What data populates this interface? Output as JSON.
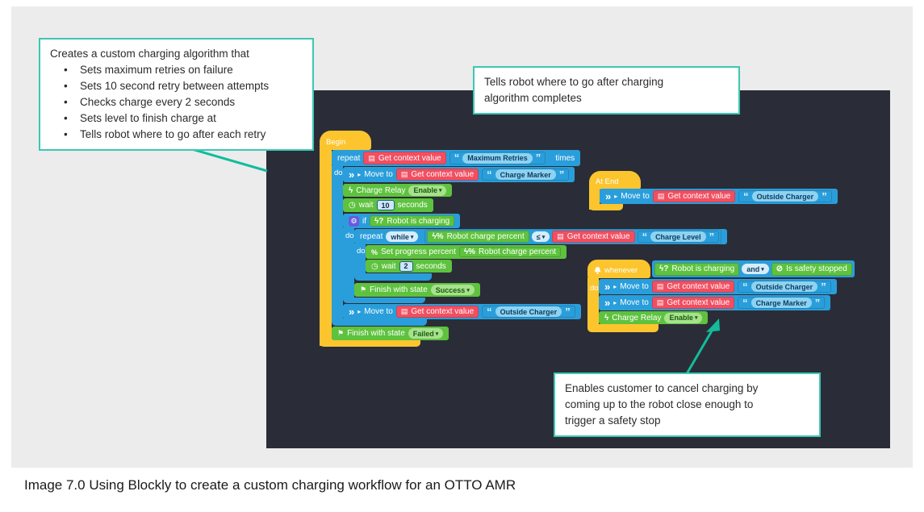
{
  "caption": "Image 7.0 Using Blockly to create a custom charging workflow for an OTTO AMR",
  "callouts": {
    "algorithm": {
      "title": "Creates a custom charging algorithm that",
      "bullets": [
        "Sets maximum retries on failure",
        "Sets 10 second retry between attempts",
        "Checks charge every 2 seconds",
        "Sets level to finish charge at",
        "Tells robot where to go after each retry"
      ]
    },
    "after_charging": "Tells robot where to go after charging\nalgorithm completes",
    "safety_stop": "Enables customer to cancel charging by\ncoming up to the robot close enough to\ntrigger a safety stop"
  },
  "colors": {
    "workspace_bg": "#2a2d37",
    "slide_bg": "#ececec",
    "block_blue": "#2a9edb",
    "block_green": "#5ec23e",
    "block_red": "#f14f61",
    "block_yellow": "#fcc52e",
    "callout_teal": "#3cc7b4",
    "connector_teal": "#12bc9c"
  },
  "icons": {
    "dropdown_arrow": "▾",
    "quote_open": "“",
    "quote_close": "”",
    "document": "▤",
    "fast_forward": "»",
    "play": "▸",
    "lightning": "ϟ",
    "lightning_question": "ϟ?",
    "lightning_percent": "ϟ%",
    "clock": "◷",
    "gear": "⚙",
    "flag": "⚑",
    "percent": "%",
    "no_entry": "⊘"
  },
  "blocks": {
    "labels": {
      "begin": "Begin",
      "at_end": "At End",
      "whenever": "whenever",
      "repeat": "repeat",
      "do": "do",
      "times": "times",
      "if": "if",
      "wait": "wait",
      "seconds": "seconds",
      "move_to": "Move to",
      "get_context_value": "Get context value",
      "charge_relay": "Charge Relay",
      "finish_with_state": "Finish with state",
      "robot_is_charging": "Robot is charging",
      "robot_charge_percent": "Robot charge percent",
      "set_progress_percent": "Set progress percent",
      "is_safety_stopped": "Is safety stopped"
    },
    "dropdowns": {
      "enable": "Enable",
      "while": "while",
      "lte": "≤",
      "and": "and",
      "success": "Success",
      "failed": "Failed"
    },
    "values": {
      "maximum_retries": "Maximum Retries",
      "charge_marker": "Charge Marker",
      "charge_level": "Charge Level",
      "outside_charger": "Outside Charger",
      "wait_retry_seconds": "10",
      "wait_check_seconds": "2"
    }
  }
}
